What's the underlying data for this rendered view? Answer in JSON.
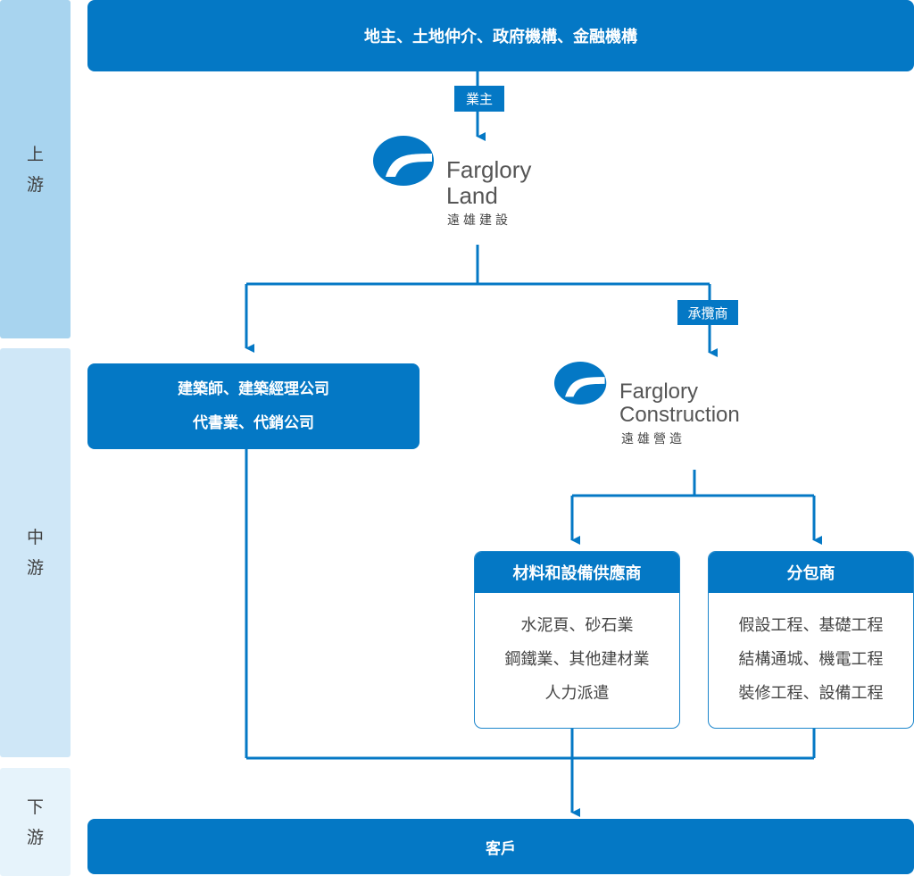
{
  "stages": [
    {
      "chars": [
        "上",
        "游"
      ]
    },
    {
      "chars": [
        "中",
        "游"
      ]
    },
    {
      "chars": [
        "下",
        "游"
      ]
    }
  ],
  "top_bar": "地主、土地仲介、政府機構、金融機構",
  "tag_owner": "業主",
  "tag_contractor": "承攬商",
  "land_logo": {
    "name_line1": "Farglory",
    "name_line2": "Land",
    "chinese": "遠雄建設"
  },
  "construction_logo": {
    "name_line1": "Farglory",
    "name_line2": "Construction",
    "chinese": "遠雄營造"
  },
  "architect_box": {
    "line1": "建築師、建築經理公司",
    "line2": "代書業、代銷公司"
  },
  "materials": {
    "title": "材料和設備供應商",
    "items": [
      "水泥頁、砂石業",
      "鋼鐵業、其他建材業",
      "人力派遣"
    ]
  },
  "subcontractors": {
    "title": "分包商",
    "items": [
      "假設工程、基礎工程",
      "結構通城、機電工程",
      "裝修工程、設備工程"
    ]
  },
  "customer": "客戶",
  "colors": {
    "primary": "#0478c5",
    "stage_up": "#a8d4ef",
    "stage_mid": "#cfe7f7",
    "stage_down": "#e6f3fb"
  }
}
